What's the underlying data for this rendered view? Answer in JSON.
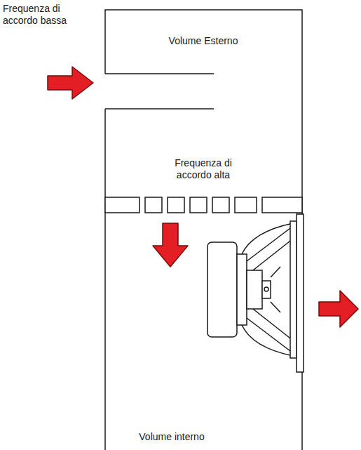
{
  "diagram": {
    "labels": [
      "Frequenza di accordo bassa",
      "Volume Esterno",
      "Frequenza di accordo alta",
      "Volume interno"
    ]
  }
}
